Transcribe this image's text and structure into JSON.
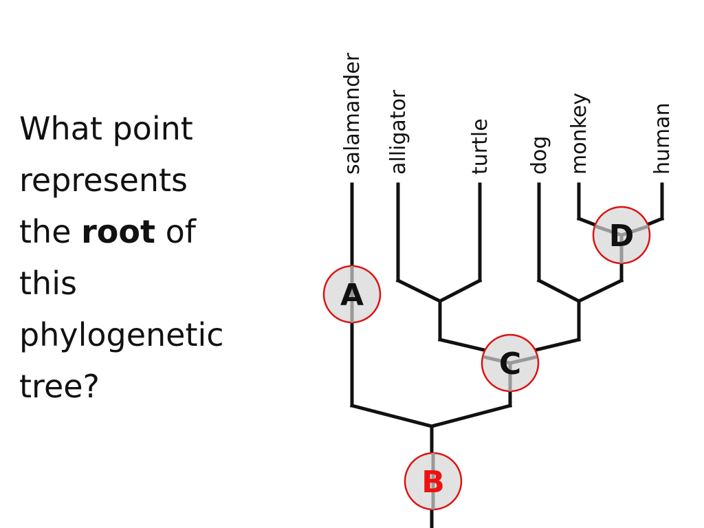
{
  "question": {
    "line1": "What point",
    "line2": "represents",
    "line3_pre": "the ",
    "line3_bold": "root",
    "line3_post": " of",
    "line4": "this",
    "line5": "phylogenetic",
    "line6": "tree?"
  },
  "taxa": {
    "salamander": "salamander",
    "alligator": "alligator",
    "turtle": "turtle",
    "dog": "dog",
    "monkey": "monkey",
    "human": "human"
  },
  "nodes": {
    "a": {
      "label": "A",
      "color": "#111111"
    },
    "b": {
      "label": "B",
      "color": "#ee1111"
    },
    "c": {
      "label": "C",
      "color": "#111111"
    },
    "d": {
      "label": "D",
      "color": "#111111"
    }
  },
  "colors": {
    "branch": "#111111",
    "node_ring": "#dd1111",
    "node_fill": "#e2e2e2",
    "node_highlight": "#999999"
  }
}
